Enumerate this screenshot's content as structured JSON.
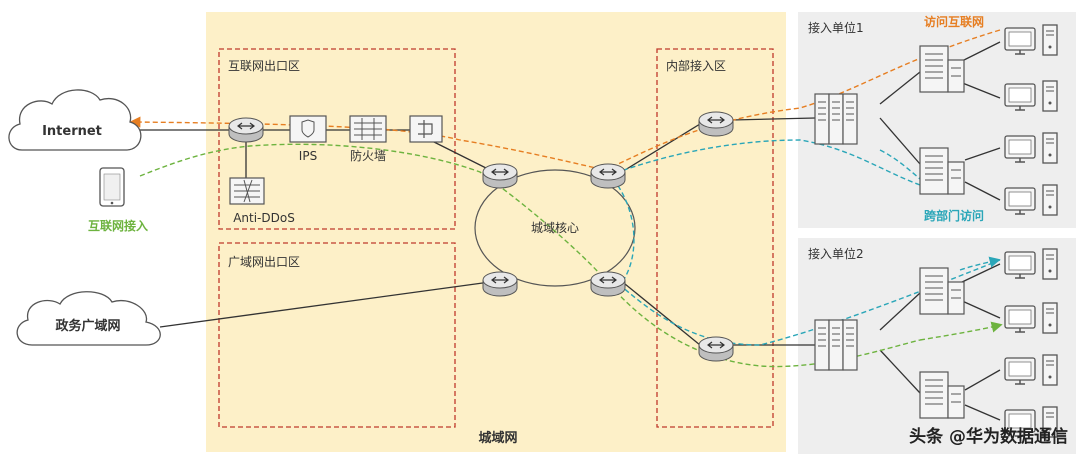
{
  "zones": {
    "metro_network": "城域网",
    "internet_exit": "互联网出口区",
    "wan_exit": "广域网出口区",
    "internal_access": "内部接入区",
    "metro_core": "城域核心",
    "unit1": "接入单位1",
    "unit2": "接入单位2"
  },
  "clouds": {
    "internet": "Internet",
    "gov_wan": "政务广域网"
  },
  "devices": {
    "ips": "IPS",
    "firewall": "防火墙",
    "anti_ddos": "Anti-DDoS"
  },
  "flows": {
    "internet_access": "互联网接入",
    "visit_internet": "访问互联网",
    "cross_dept": "跨部门访问"
  },
  "watermark": "头条 @华为数据通信",
  "colors": {
    "zone_fill": "#fdf0c8",
    "zone_border": "#c0392b",
    "unit_fill": "#eeeeee",
    "orange_flow": "#e67e22",
    "green_flow": "#6db33f",
    "cyan_flow": "#2aa6b8",
    "router_fill": "#d9d9d9"
  }
}
